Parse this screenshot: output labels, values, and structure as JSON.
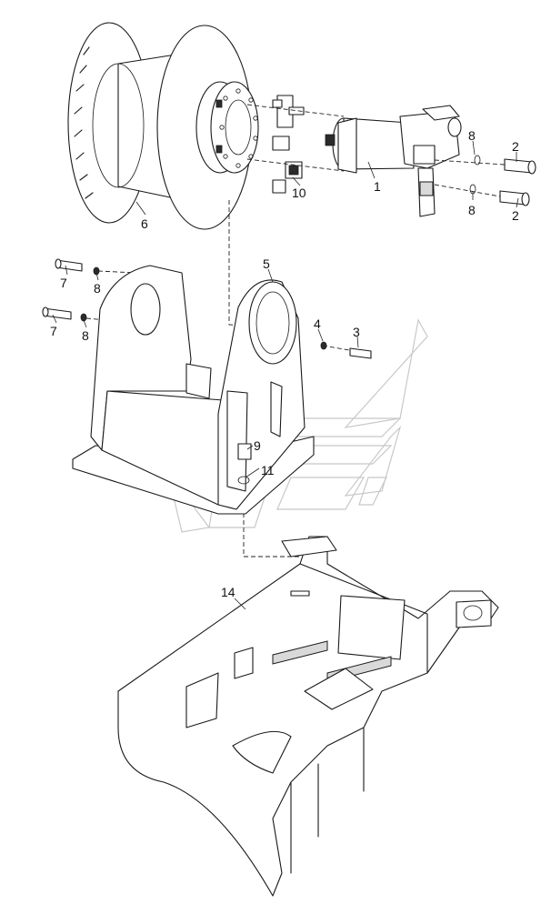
{
  "diagram": {
    "callouts": [
      {
        "id": "c1",
        "text": "1"
      },
      {
        "id": "c2a",
        "text": "2"
      },
      {
        "id": "c2b",
        "text": "2"
      },
      {
        "id": "c3",
        "text": "3"
      },
      {
        "id": "c4",
        "text": "4"
      },
      {
        "id": "c5",
        "text": "5"
      },
      {
        "id": "c6",
        "text": "6"
      },
      {
        "id": "c7a",
        "text": "7"
      },
      {
        "id": "c7b",
        "text": "7"
      },
      {
        "id": "c8a",
        "text": "8"
      },
      {
        "id": "c8b",
        "text": "8"
      },
      {
        "id": "c8c",
        "text": "8"
      },
      {
        "id": "c8d",
        "text": "8"
      },
      {
        "id": "c9",
        "text": "9"
      },
      {
        "id": "c10",
        "text": "10"
      },
      {
        "id": "c11",
        "text": "11"
      },
      {
        "id": "c14",
        "text": "14"
      }
    ],
    "parts": {
      "drum": "winch-drum",
      "motor": "hydraulic-motor",
      "bracket": "drum-support-bracket",
      "frame": "chassis-frame",
      "watermark": "watermark-logo"
    }
  }
}
